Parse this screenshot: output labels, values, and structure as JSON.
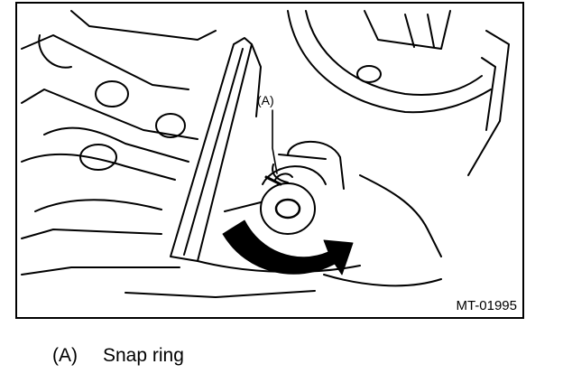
{
  "figure": {
    "code": "MT-01995",
    "callout_label": "(A)",
    "stroke_color": "#000000",
    "arrow_icon": "rotate-arrow-icon"
  },
  "legend": [
    {
      "key": "(A)",
      "label": "Snap ring"
    }
  ]
}
